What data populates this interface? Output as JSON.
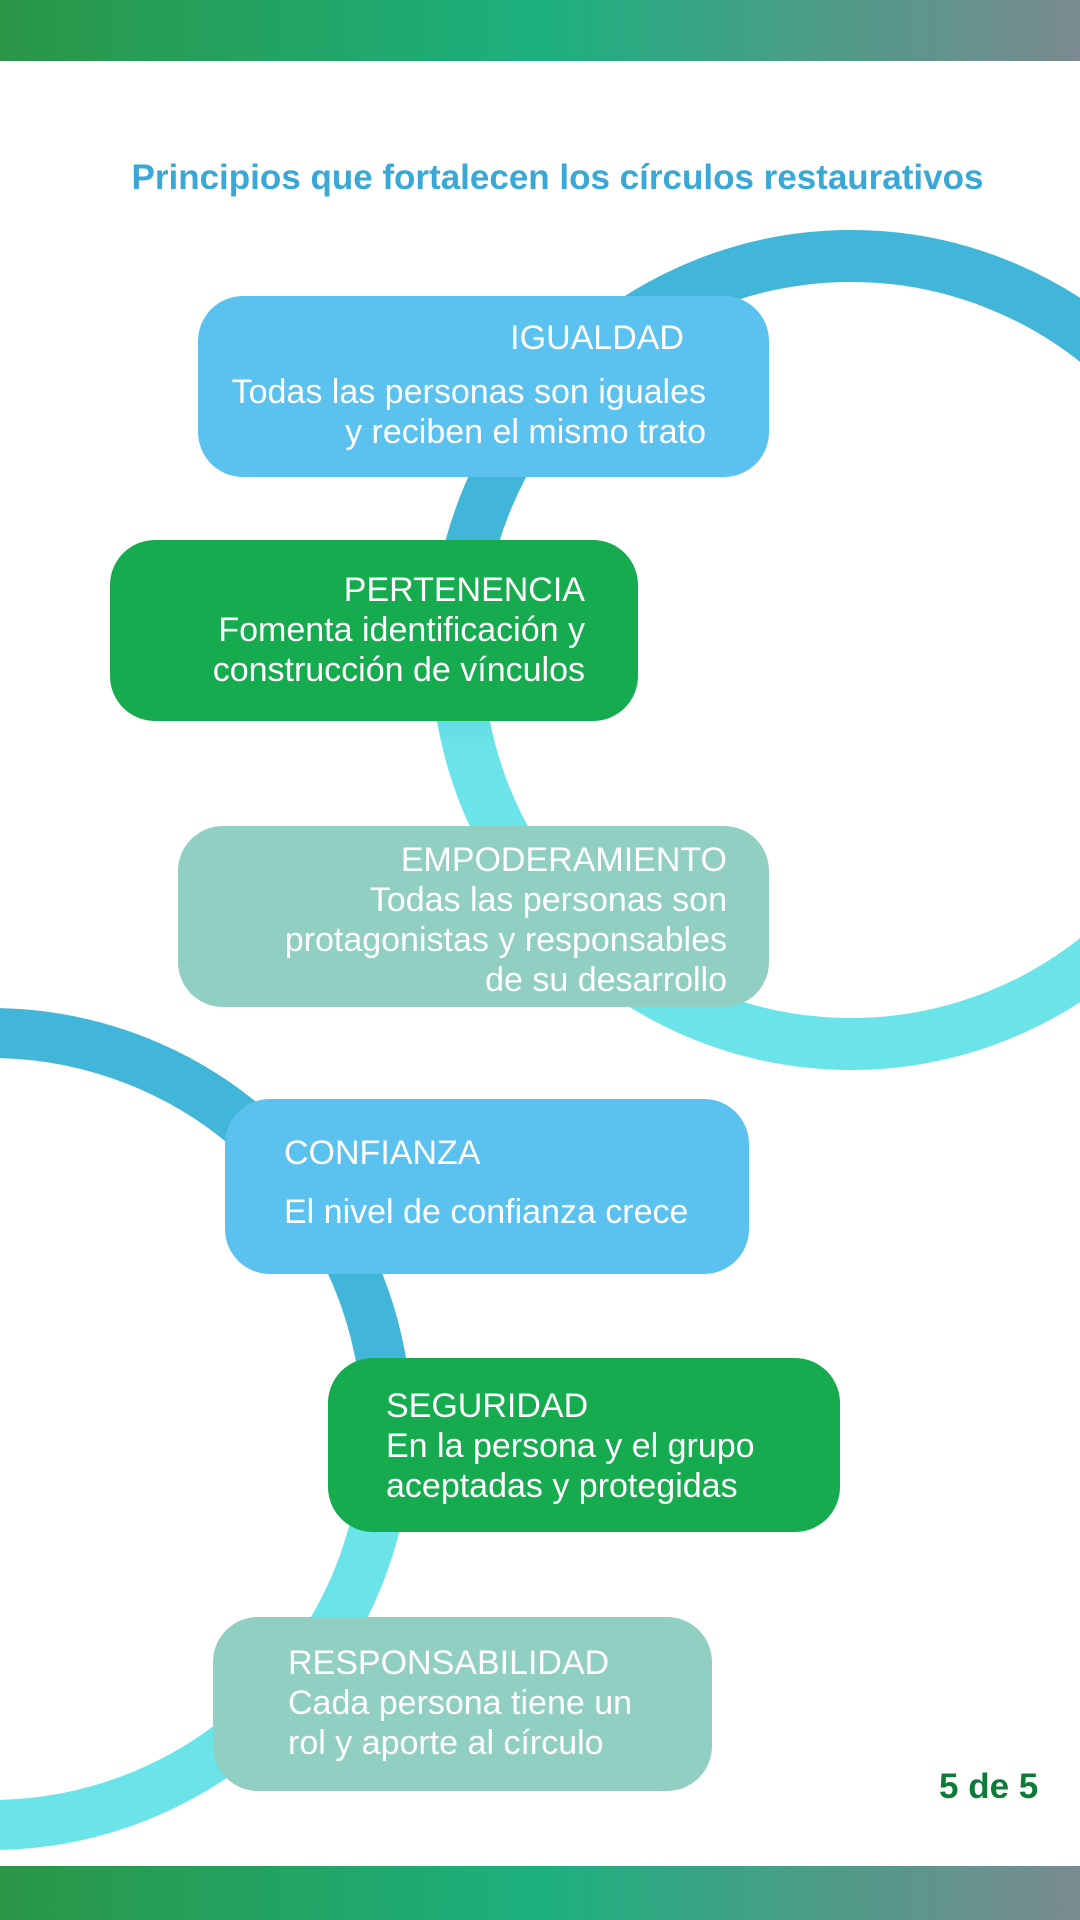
{
  "title": "Principios que fortalecen los círculos restaurativos",
  "principles": [
    {
      "heading": "IGUALDAD",
      "description": "Todas las personas son iguales\ny reciben el mismo trato"
    },
    {
      "heading": "PERTENENCIA",
      "description": "Fomenta identificación y\nconstrucción de vínculos"
    },
    {
      "heading": "EMPODERAMIENTO",
      "description": "Todas las personas son\nprotagonistas y responsables\nde su desarrollo"
    },
    {
      "heading": "CONFIANZA",
      "description": "El nivel de confianza crece"
    },
    {
      "heading": "SEGURIDAD",
      "description": "En la persona y el grupo\naceptadas y protegidas"
    },
    {
      "heading": "RESPONSABILIDAD",
      "description": "Cada persona tiene un\nrol y aporte al círculo"
    }
  ],
  "page_indicator": "5 de 5",
  "colors": {
    "title": "#3aa8d6",
    "card_blue": "#5bc1ef",
    "card_green": "#15ab4e",
    "card_mint": "#91cfc2",
    "ring_dark": "#41b6d8",
    "ring_light": "#6ae4e8",
    "page_indicator": "#0d7a39"
  }
}
